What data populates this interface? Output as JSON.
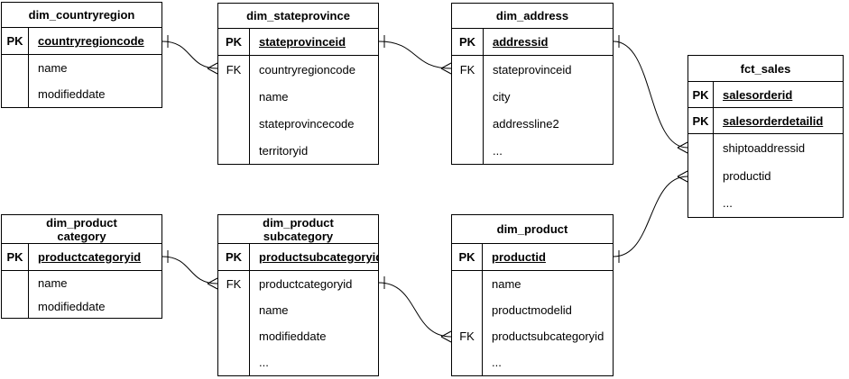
{
  "diagram": {
    "colors": {
      "line": "#000000",
      "text": "#000000",
      "background": "#ffffff"
    },
    "tables": [
      {
        "id": "dim_countryregion",
        "title_lines": [
          "dim_countryregion"
        ],
        "pk_rows": [
          {
            "key": "PK",
            "name": "countryregioncode"
          }
        ],
        "body_rows": [
          {
            "key": "",
            "name": "name"
          },
          {
            "key": "",
            "name": "modifieddate"
          }
        ]
      },
      {
        "id": "dim_stateprovince",
        "title_lines": [
          "dim_stateprovince"
        ],
        "pk_rows": [
          {
            "key": "PK",
            "name": "stateprovinceid"
          }
        ],
        "body_rows": [
          {
            "key": "FK",
            "name": "countryregioncode"
          },
          {
            "key": "",
            "name": "name"
          },
          {
            "key": "",
            "name": "stateprovincecode"
          },
          {
            "key": "",
            "name": "territoryid"
          }
        ]
      },
      {
        "id": "dim_address",
        "title_lines": [
          "dim_address"
        ],
        "pk_rows": [
          {
            "key": "PK",
            "name": "addressid"
          }
        ],
        "body_rows": [
          {
            "key": "FK",
            "name": "stateprovinceid"
          },
          {
            "key": "",
            "name": "city"
          },
          {
            "key": "",
            "name": "addressline2"
          },
          {
            "key": "",
            "name": "..."
          }
        ]
      },
      {
        "id": "fct_sales",
        "title_lines": [
          "fct_sales"
        ],
        "pk_rows": [
          {
            "key": "PK",
            "name": "salesorderid"
          },
          {
            "key": "PK",
            "name": "salesorderdetailid"
          }
        ],
        "body_rows": [
          {
            "key": "",
            "name": "shiptoaddressid"
          },
          {
            "key": "",
            "name": "productid"
          },
          {
            "key": "",
            "name": "..."
          }
        ]
      },
      {
        "id": "dim_productcategory",
        "title_lines": [
          "dim_product",
          "category"
        ],
        "pk_rows": [
          {
            "key": "PK",
            "name": "productcategoryid"
          }
        ],
        "body_rows": [
          {
            "key": "",
            "name": "name"
          },
          {
            "key": "",
            "name": "modifieddate"
          }
        ]
      },
      {
        "id": "dim_productsubcategory",
        "title_lines": [
          "dim_product",
          "subcategory"
        ],
        "pk_rows": [
          {
            "key": "PK",
            "name": "productsubcategoryid"
          }
        ],
        "body_rows": [
          {
            "key": "FK",
            "name": "productcategoryid"
          },
          {
            "key": "",
            "name": "name"
          },
          {
            "key": "",
            "name": "modifieddate"
          },
          {
            "key": "",
            "name": "..."
          }
        ]
      },
      {
        "id": "dim_product",
        "title_lines": [
          "dim_product"
        ],
        "pk_rows": [
          {
            "key": "PK",
            "name": "productid"
          }
        ],
        "body_rows": [
          {
            "key": "",
            "name": "name"
          },
          {
            "key": "",
            "name": "productmodelid"
          },
          {
            "key": "FK",
            "name": "productsubcategoryid"
          },
          {
            "key": "",
            "name": "..."
          }
        ]
      }
    ],
    "relations": [
      {
        "from_table": "dim_countryregion",
        "from_field": "countryregioncode",
        "to_table": "dim_stateprovince",
        "to_field": "countryregioncode",
        "cardinality": "one-to-many"
      },
      {
        "from_table": "dim_stateprovince",
        "from_field": "stateprovinceid",
        "to_table": "dim_address",
        "to_field": "stateprovinceid",
        "cardinality": "one-to-many"
      },
      {
        "from_table": "dim_address",
        "from_field": "addressid",
        "to_table": "fct_sales",
        "to_field": "shiptoaddressid",
        "cardinality": "one-to-many"
      },
      {
        "from_table": "dim_product",
        "from_field": "productid",
        "to_table": "fct_sales",
        "to_field": "productid",
        "cardinality": "one-to-many"
      },
      {
        "from_table": "dim_productcategory",
        "from_field": "productcategoryid",
        "to_table": "dim_productsubcategory",
        "to_field": "productcategoryid",
        "cardinality": "one-to-many"
      },
      {
        "from_table": "dim_productsubcategory",
        "from_field": "productsubcategoryid",
        "to_table": "dim_product",
        "to_field": "productsubcategoryid",
        "cardinality": "one-to-many"
      }
    ]
  }
}
